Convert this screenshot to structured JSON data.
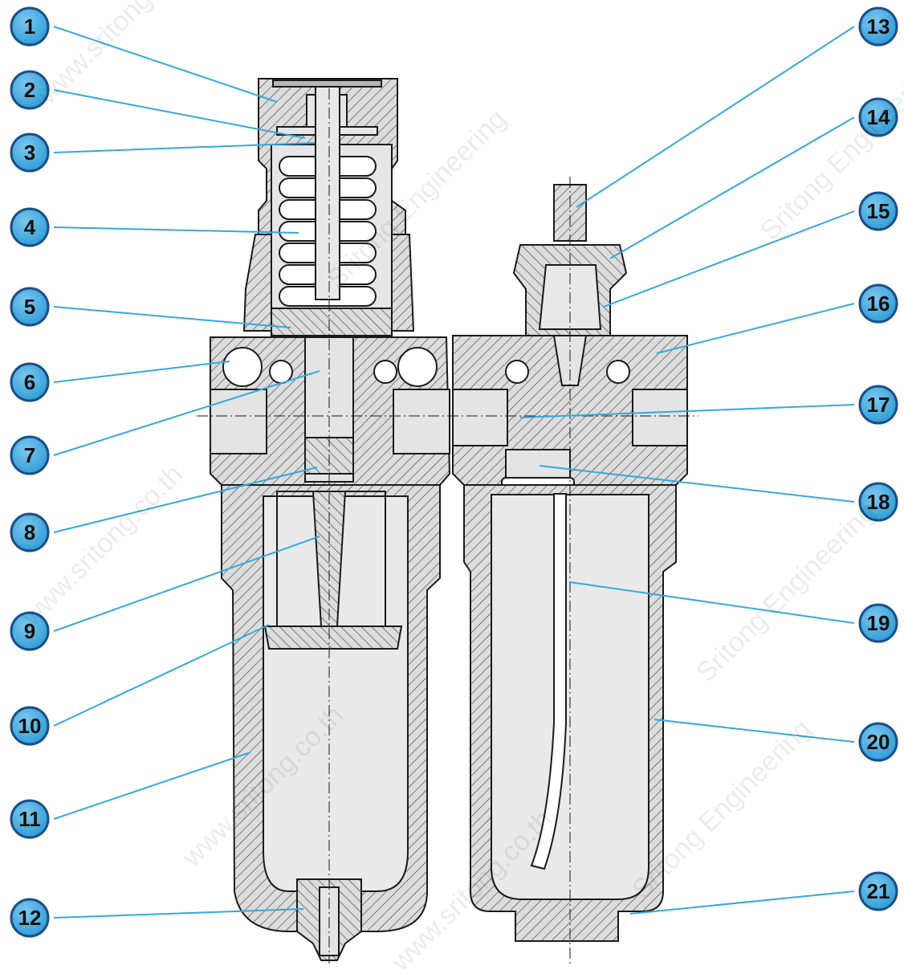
{
  "diagram": {
    "callouts_left": [
      "1",
      "2",
      "3",
      "4",
      "5",
      "6",
      "7",
      "8",
      "9",
      "10",
      "11",
      "12"
    ],
    "callouts_right": [
      "13",
      "14",
      "15",
      "16",
      "17",
      "18",
      "19",
      "20",
      "21"
    ]
  },
  "watermarks": [
    "www.sritong.co.th",
    "Sritong Engineering",
    "www.sritong.co.th",
    "Sritong Engineering",
    "www.sritong.co.th",
    "Sritong Engineering",
    "www.sritong.co.th",
    "Sritong Engineering"
  ],
  "colors": {
    "badge_fill": "#35a8e0",
    "badge_border": "#1a4e8a",
    "leader_line": "#35a8e0",
    "outline": "#1a1a1a",
    "hatch": "#555555",
    "body_fill": "#d9d9d9"
  }
}
